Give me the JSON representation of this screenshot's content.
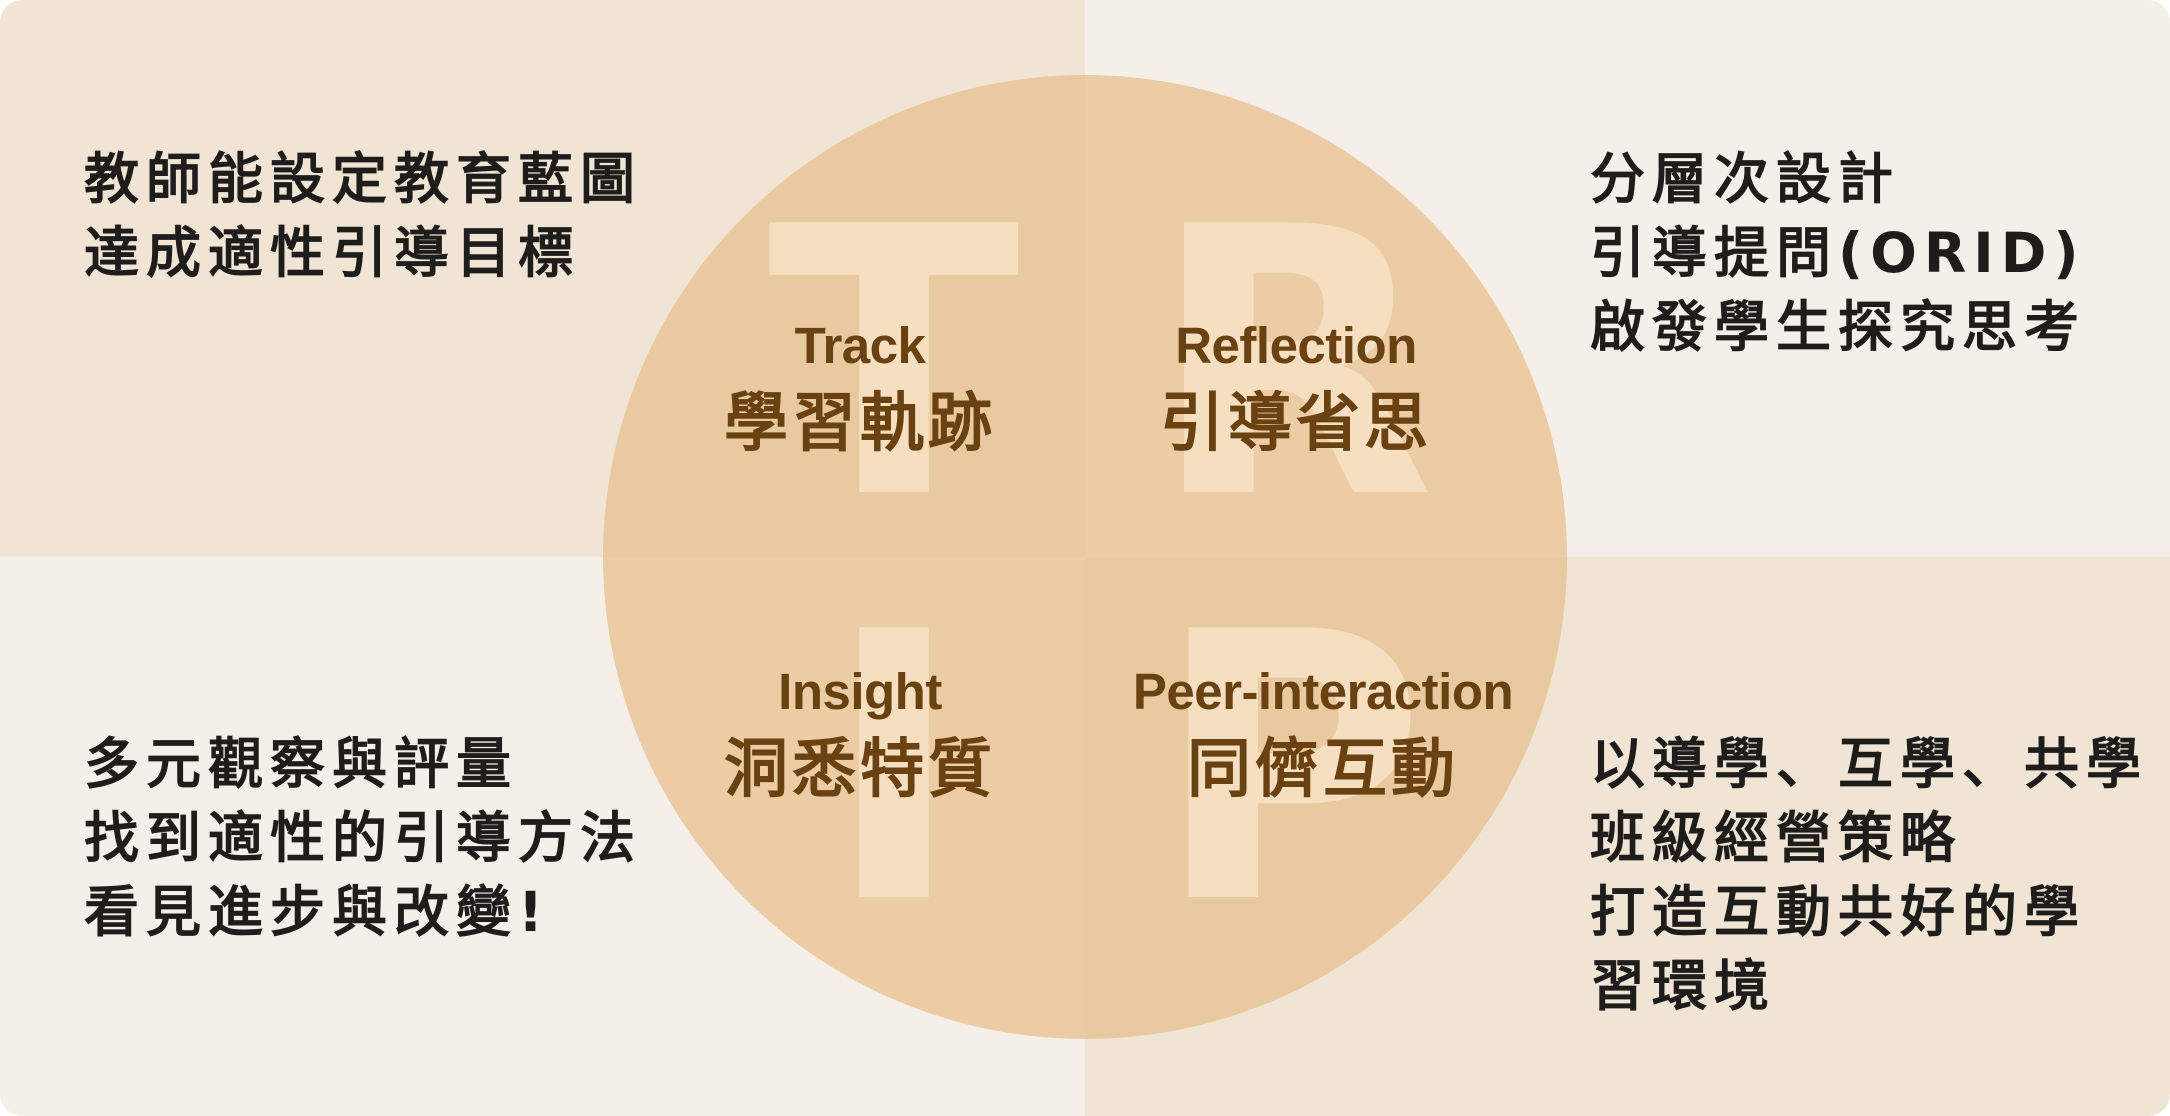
{
  "quadrants": {
    "top_left": {
      "lines": [
        "教師能設定教育藍圖",
        "達成適性引導目標"
      ]
    },
    "top_right": {
      "lines": [
        "分層次設計",
        "引導提問(ORID)",
        "啟發學生探究思考"
      ]
    },
    "bottom_left": {
      "lines": [
        "多元觀察與評量",
        "找到適性的引導方法",
        "看見進步與改變!"
      ]
    },
    "bottom_right": {
      "lines": [
        "以導學、互學、共學",
        "班級經營策略",
        "打造互動共好的學",
        "習環境"
      ]
    }
  },
  "circle": {
    "letters": [
      "T",
      "R",
      "I",
      "P"
    ],
    "sections": [
      {
        "en": "Track",
        "zh": "學習軌跡"
      },
      {
        "en": "Reflection",
        "zh": "引導省思"
      },
      {
        "en": "Insight",
        "zh": "洞悉特質"
      },
      {
        "en": "Peer-interaction",
        "zh": "同儕互動"
      }
    ]
  },
  "colors": {
    "panel_warm": "#f0e4d5",
    "panel_light": "#f5efe9",
    "circle_fill": "#e9c9a0",
    "letter_fill": "#f5dfc0",
    "label_text": "#6a4212",
    "body_text": "#1e1d1b"
  }
}
